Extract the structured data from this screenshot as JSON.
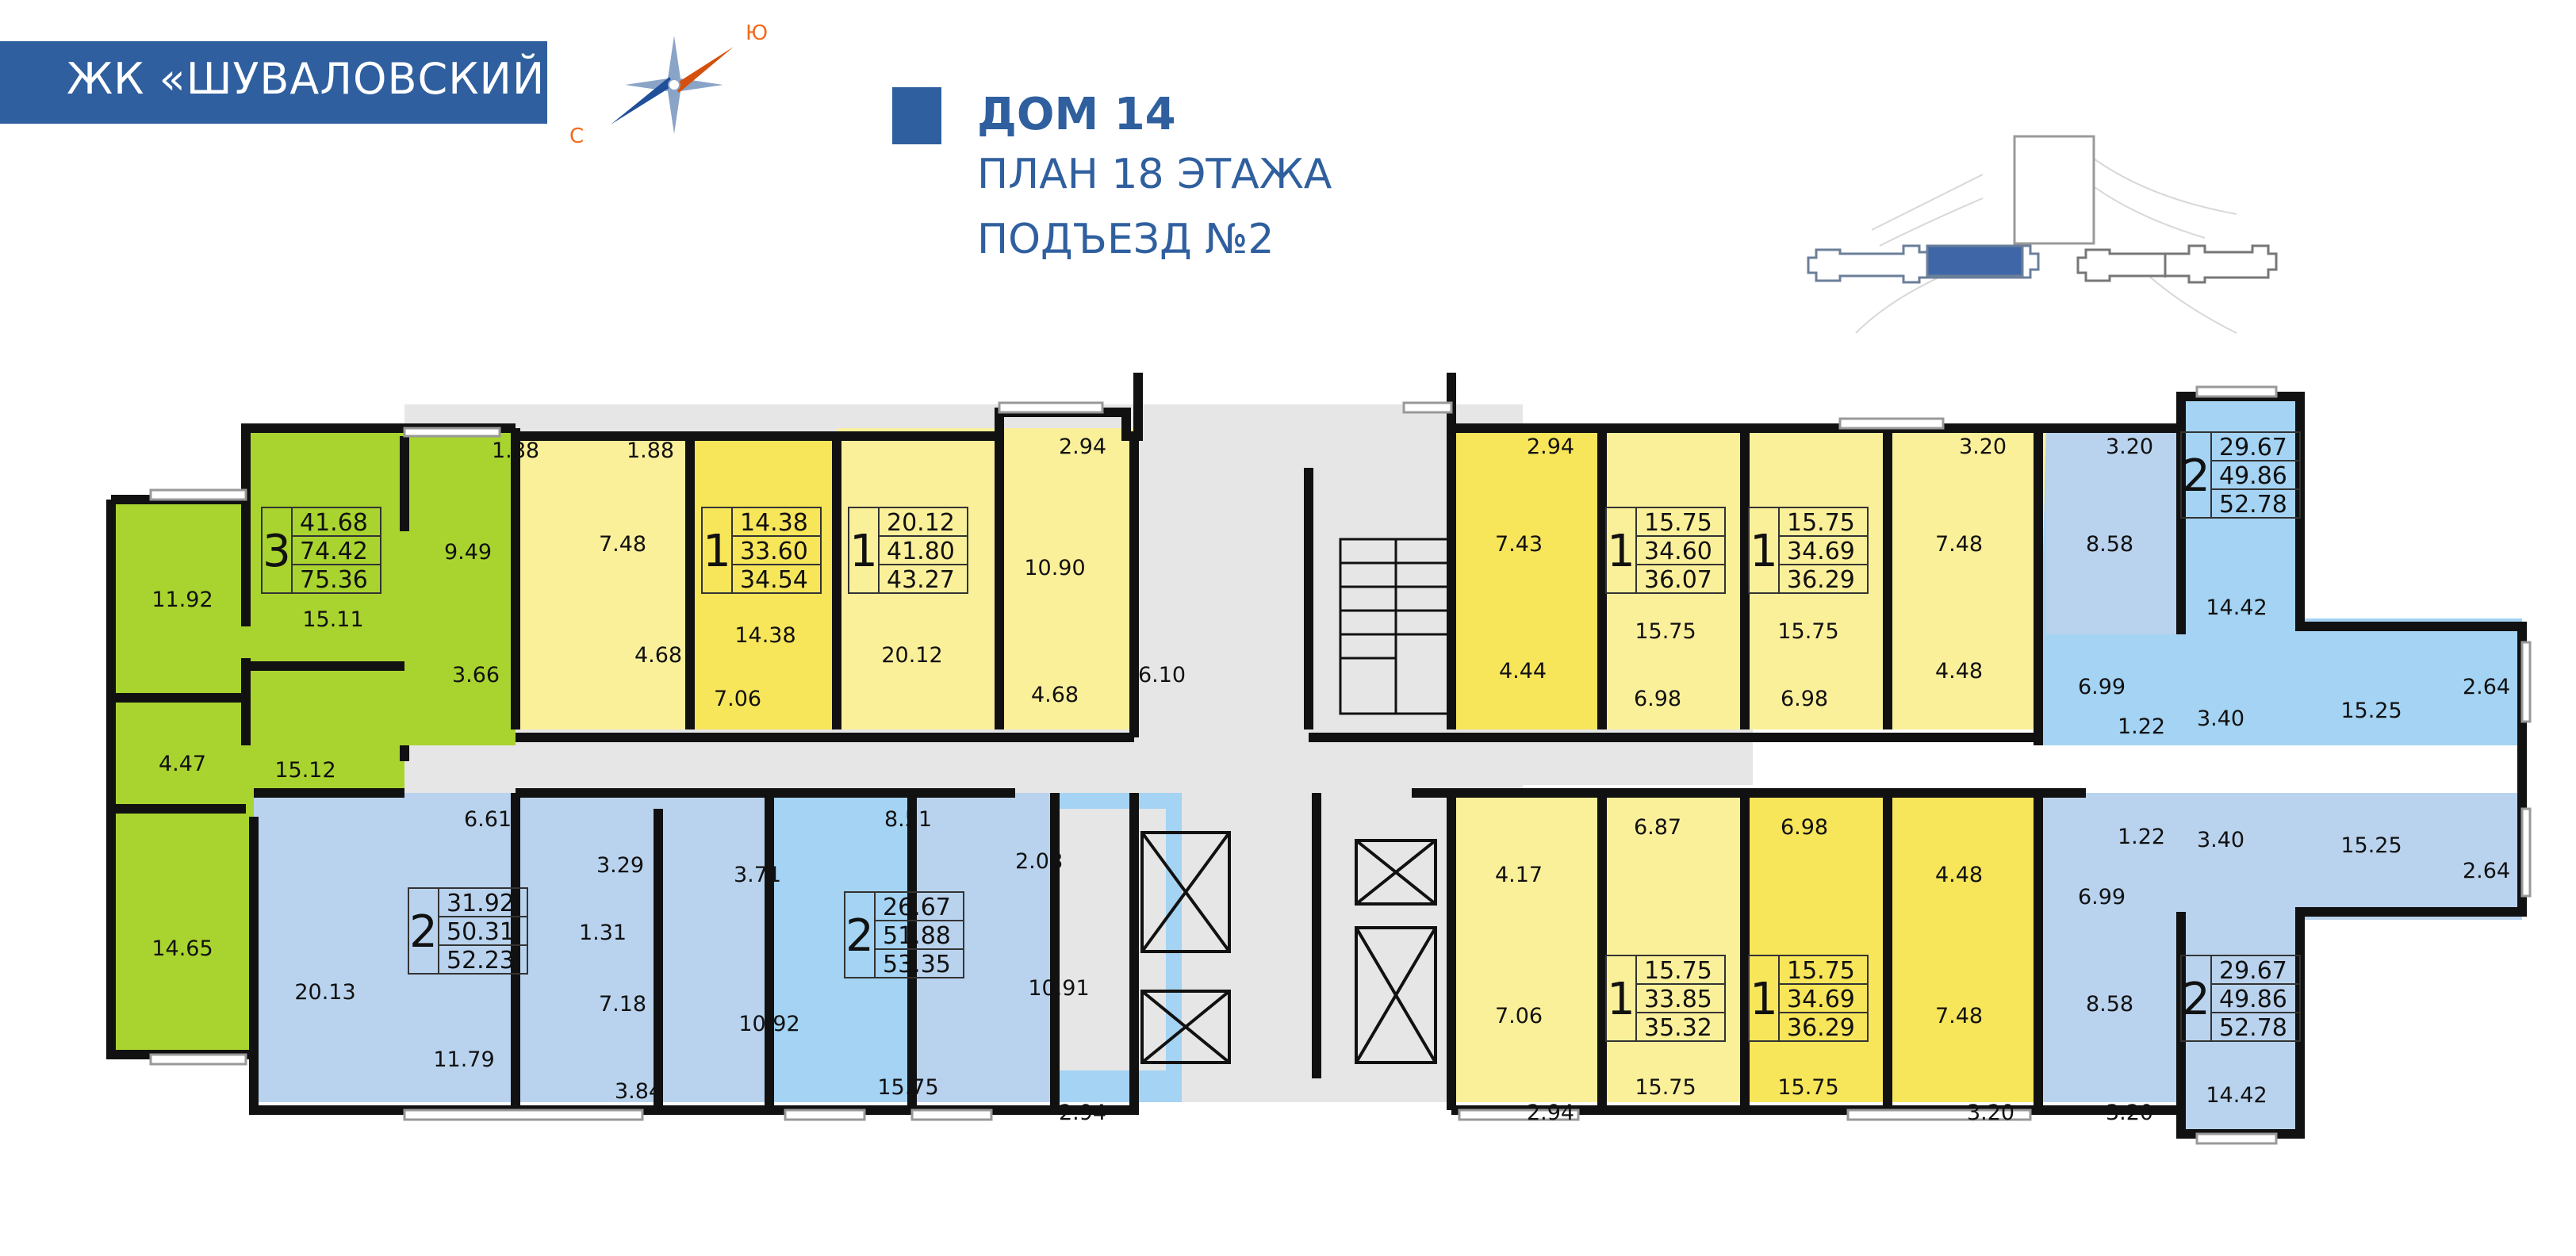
{
  "header": {
    "complex_name": "ЖК «ШУВАЛОВСКИЙ»",
    "compass_north": "С",
    "compass_south": "Ю",
    "house": "ДОМ 14",
    "floor_plan": "ПЛАН 18 ЭТАЖА",
    "entrance": "ПОДЪЕЗД №2"
  },
  "colors": {
    "brand_blue": "#2f5f9e",
    "green": "#a8d435",
    "yellow": "#fbf09a",
    "yellow_dark": "#f7e55a",
    "blue_light": "#b9d3ee",
    "blue": "#a4d3f3",
    "corridor": "#e5e5e5",
    "wall": "#111111"
  },
  "room_areas": {
    "a1": "11.92",
    "a2": "4.47",
    "a3": "15.12",
    "a4": "14.65",
    "a5": "15.11",
    "a6": "9.49",
    "a7": "3.66",
    "a8": "1.88",
    "b1": "1.88",
    "b2": "7.48",
    "b3": "4.68",
    "b4": "14.38",
    "b5": "7.06",
    "c1": "20.12",
    "c2": "2.94",
    "c3": "10.90",
    "c4": "4.68",
    "c5": "6.10",
    "d1": "2.94",
    "d2": "7.43",
    "d3": "4.44",
    "d4": "15.75",
    "d5": "6.98",
    "e1": "15.75",
    "e2": "6.98",
    "e3": "3.20",
    "e4": "7.48",
    "e5": "4.48",
    "f1": "3.20",
    "f2": "8.58",
    "f3": "14.42",
    "f4": "6.99",
    "f5": "1.22",
    "f6": "3.40",
    "f7": "15.25",
    "f8": "2.64",
    "g1": "20.13",
    "g2": "6.61",
    "g3": "3.29",
    "g4": "1.31",
    "g5": "11.79",
    "g6": "7.18",
    "g7": "3.84",
    "g8": "3.71",
    "h1": "10.92",
    "h2": "8.51",
    "h3": "15.75",
    "h4": "2.08",
    "h5": "10.91",
    "h6": "2.94",
    "i1": "4.17",
    "i2": "7.06",
    "i3": "2.94",
    "i4": "6.87",
    "i5": "15.75",
    "j1": "6.98",
    "j2": "15.75",
    "j3": "4.48",
    "j4": "7.48",
    "j5": "3.20",
    "k1": "6.99",
    "k2": "1.22",
    "k3": "3.40",
    "k4": "15.25",
    "k5": "2.64",
    "k6": "8.58",
    "k7": "3.20",
    "k8": "14.42"
  },
  "apartments": [
    {
      "rooms": "3",
      "living": "41.68",
      "total": "74.42",
      "total_full": "75.36"
    },
    {
      "rooms": "1",
      "living": "14.38",
      "total": "33.60",
      "total_full": "34.54"
    },
    {
      "rooms": "1",
      "living": "20.12",
      "total": "41.80",
      "total_full": "43.27"
    },
    {
      "rooms": "1",
      "living": "15.75",
      "total": "34.60",
      "total_full": "36.07"
    },
    {
      "rooms": "1",
      "living": "15.75",
      "total": "34.69",
      "total_full": "36.29"
    },
    {
      "rooms": "2",
      "living": "29.67",
      "total": "49.86",
      "total_full": "52.78"
    },
    {
      "rooms": "2",
      "living": "31.92",
      "total": "50.31",
      "total_full": "52.23"
    },
    {
      "rooms": "2",
      "living": "26.67",
      "total": "51.88",
      "total_full": "53.35"
    },
    {
      "rooms": "1",
      "living": "15.75",
      "total": "33.85",
      "total_full": "35.32"
    },
    {
      "rooms": "1",
      "living": "15.75",
      "total": "34.69",
      "total_full": "36.29"
    },
    {
      "rooms": "2",
      "living": "29.67",
      "total": "49.86",
      "total_full": "52.78"
    }
  ]
}
